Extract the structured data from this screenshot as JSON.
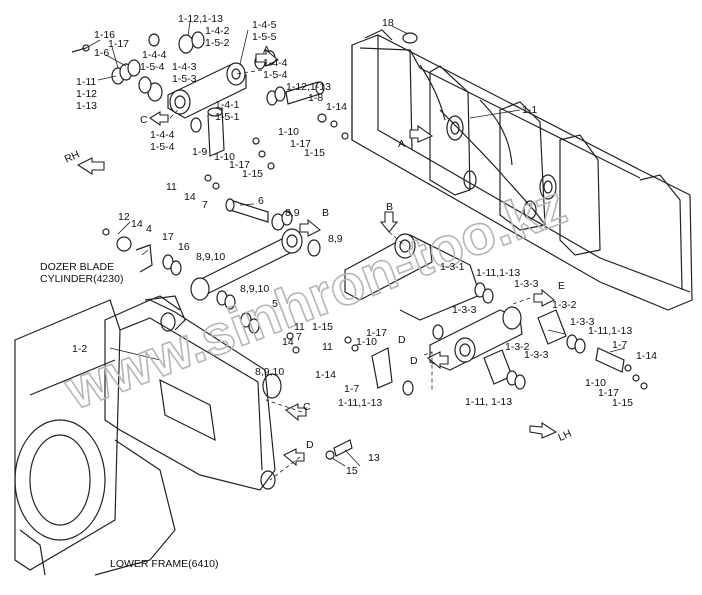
{
  "labels": {
    "l1_16": "1-16",
    "l1_17a": "1-17",
    "l1_6": "1-6",
    "l1_11a": "1-11",
    "l1_12a": "1-12",
    "l1_13a": "1-13",
    "l1_12_13a": "1-12,1-13",
    "l1_4_4a": "1-4-4",
    "l1_5_4a": "1-5-4",
    "l1_4_3": "1-4-3",
    "l1_5_3": "1-5-3",
    "l1_4_5": "1-4-5",
    "l1_4_2": "1-4-2",
    "l1_5_5": "1-5-5",
    "l1_5_2": "1-5-2",
    "A1": "A",
    "l1_4_4b": "1-4-4",
    "l1_5_4b": "1-5-4",
    "l18": "18",
    "C1": "C",
    "l1_4_1": "1-4-1",
    "l1_5_1": "1-5-1",
    "l1_4_4c": "1-4-4",
    "l1_5_4c": "1-5-4",
    "l1_12_13b": "1-12,1-13",
    "l1_8": "1-8",
    "l1_14a": "1-14",
    "l1_10a": "1-10",
    "l1_17b": "1-17",
    "l1_15a": "1-15",
    "l1_9": "1-9",
    "l1_10b": "1-10",
    "l1_17c": "1-17",
    "l1_15b": "1-15",
    "l1_1": "1-1",
    "A2": "A",
    "RH": "RH",
    "l11a": "11",
    "l14a": "14",
    "l7a": "7",
    "l6": "6",
    "l8_9a": "8,9",
    "B1": "B",
    "l8_9b": "8,9",
    "l12": "12",
    "l14b": "14",
    "l4": "4",
    "l17": "17",
    "l16": "16",
    "l8_9_10a": "8,9,10",
    "cyl1": "DOZER BLADE",
    "cyl2": "CYLINDER(4230)",
    "l8_9_10b": "8,9,10",
    "B2": "B",
    "l1_3_1": "1-3-1",
    "l1_11_13a": "1-11,1-13",
    "l1_3_3a": "1-3-3",
    "E": "E",
    "l1_3_3b": "1-3-3",
    "l1_3_2a": "1-3-2",
    "l1_3_3c": "1-3-3",
    "l1_11_13b": "1-11,1-13",
    "l1_2": "1-2",
    "l5": "5",
    "l8_9_10c": "8,9,10",
    "l14c": "14",
    "l11b": "11",
    "l7b": "7",
    "l1_15c": "1-15",
    "l1_17d": "1-17",
    "l1_10c": "1-10",
    "D1": "D",
    "l1_3_2b": "1-3-2",
    "l1_3_3d": "1-3-3",
    "l1_7a": "1-7",
    "l1_14b": "1-14",
    "l1_14c": "1-14",
    "l1_7b": "1-7",
    "l1_11_13c": "1-11,1-13",
    "D2": "D",
    "l1_11_13d": "1-11, 1-13",
    "l1_10d": "1-10",
    "l1_17e": "1-17",
    "l1_15d": "1-15",
    "C2": "C",
    "D3": "D",
    "l13": "13",
    "l15": "15",
    "LH": "LH",
    "lower_frame": "LOWER FRAME(6410)"
  },
  "watermark": "www.sinhron-too.kz"
}
